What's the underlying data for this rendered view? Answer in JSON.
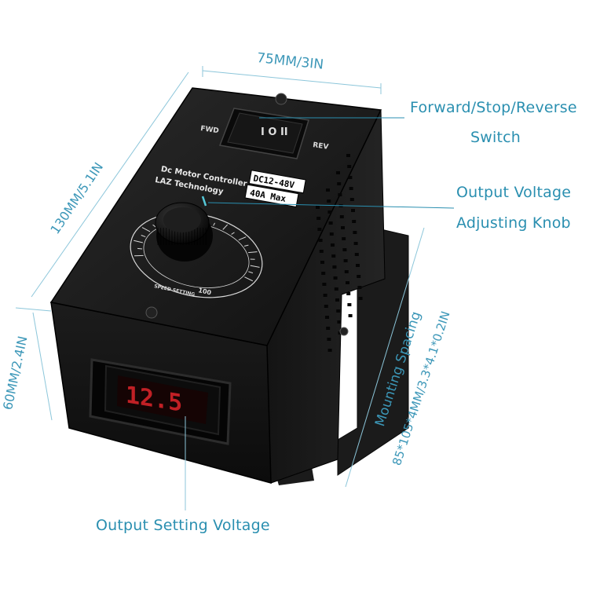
{
  "dimensions": {
    "width": "75MM/3IN",
    "height": "130MM/5.1IN",
    "depth": "60MM/2.4IN",
    "mounting_spacing_title": "Mounting Spacing",
    "mounting_spacing_value": "85*105*4MM/3.3*4.1*0.2IN"
  },
  "callouts": {
    "switch_line1": "Forward/Stop/Reverse",
    "switch_line2": "Switch",
    "knob_line1": "Output Voltage",
    "knob_line2": "Adjusting Knob",
    "display": "Output Setting Voltage"
  },
  "device": {
    "switch_left": "FWD",
    "switch_right": "REV",
    "switch_symbols": "I  O  II",
    "panel_line1": "Dc Motor Controller",
    "panel_line2": "LAZ Technology",
    "rating_voltage": "DC12-48V",
    "rating_current": "40A Max",
    "dial_footer": "SPEED SETTING",
    "dial_max": "100",
    "display_value": "12.5"
  },
  "colors": {
    "annotation": "#2a8fb0",
    "device_body": "#161616",
    "display_digits": "#e0252b"
  }
}
